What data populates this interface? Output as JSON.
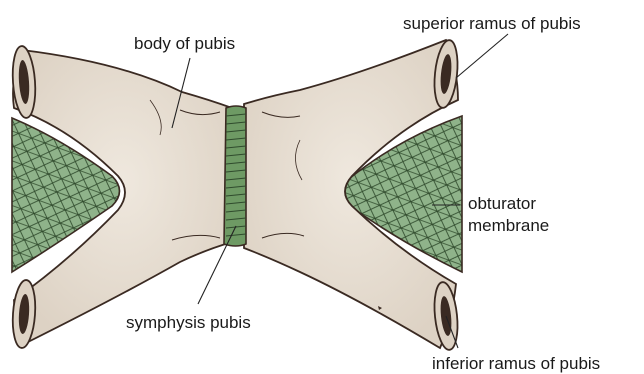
{
  "labels": {
    "body_of_pubis": "body of pubis",
    "superior_ramus": "superior ramus of pubis",
    "obturator_line1": "obturator",
    "obturator_line2": "membrane",
    "symphysis": "symphysis pubis",
    "inferior_ramus": "inferior ramus of pubis"
  },
  "colors": {
    "bone_fill": "#ddd2c4",
    "bone_highlight": "#efe8de",
    "bone_outline": "#3a2a22",
    "membrane_fill": "#8fb38a",
    "membrane_mesh": "#2f4a2c",
    "symphysis_fill": "#6e9a64",
    "leader_line": "#222222"
  }
}
